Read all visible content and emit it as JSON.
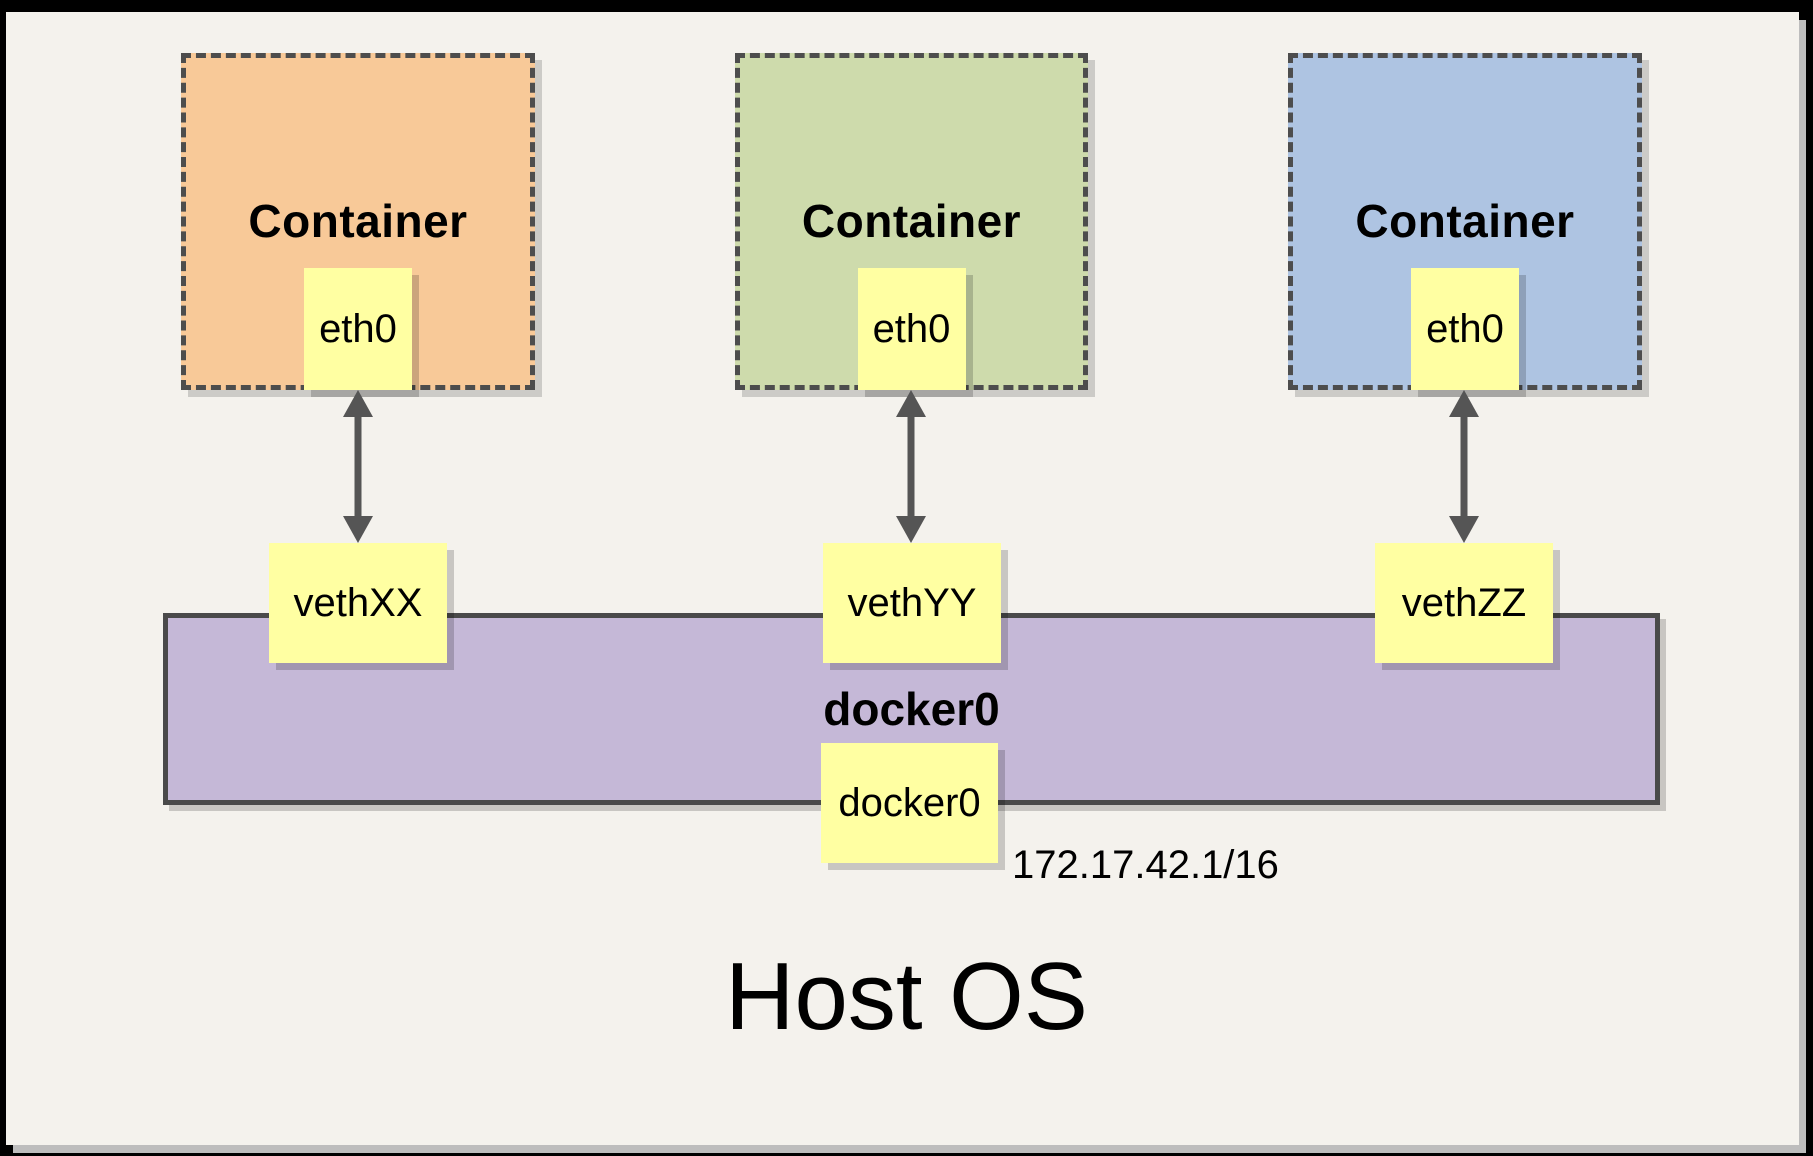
{
  "diagram": {
    "host_label": "Host OS",
    "bridge": {
      "name": "docker0",
      "interface_label": "docker0",
      "ip": "172.17.42.1/16",
      "color": "#C5B8D7"
    },
    "containers": [
      {
        "label": "Container",
        "interface_label": "eth0",
        "veth_label": "vethXX",
        "color": "#F8C998"
      },
      {
        "label": "Container",
        "interface_label": "eth0",
        "veth_label": "vethYY",
        "color": "#CEDBAC"
      },
      {
        "label": "Container",
        "interface_label": "eth0",
        "veth_label": "vethZZ",
        "color": "#AEC4E2"
      }
    ],
    "colors": {
      "canvas": "#F4F2ED",
      "frame": "#000000",
      "note": "#FFFFA2",
      "border": "#4D4D4D",
      "arrow": "#555555"
    }
  }
}
